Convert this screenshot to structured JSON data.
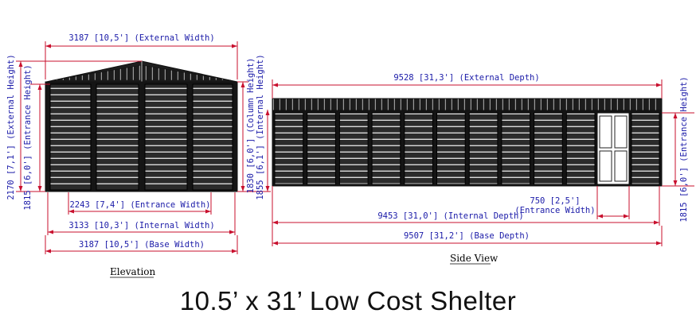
{
  "title": "10.5’ x 31’ Low Cost Shelter",
  "elevation": {
    "label": "Elevation",
    "dims": {
      "external_width": "3187 [10,5'] (External Width)",
      "entrance_width": "2243 [7,4'] (Entrance Width)",
      "internal_width": "3133 [10,3'] (Internal Width)",
      "base_width": "3187 [10,5'] (Base Width)",
      "external_height": "2170 [7,1'] (External Height)",
      "entrance_height": "1815 [6,0'] (Entrance Height)",
      "column_height": "1830 [6,0'] (Column Height)",
      "internal_height": "1855 [6,1'] (Internal Height)"
    }
  },
  "side_view": {
    "label": "Side View",
    "panel_count": 10,
    "dims": {
      "external_depth": "9528 [31,3'] (External Depth)",
      "entrance_width_value": "750 [2,5']",
      "entrance_width_caption": "(Entrance Width)",
      "internal_depth": "9453 [31,0'] (Internal Depth)",
      "base_depth": "9507 [31,2'] (Base Depth)",
      "entrance_height": "1815 [6,0'] (Entrance Height)"
    }
  },
  "colors": {
    "dimension_text": "#1a1aa8",
    "dimension_line": "#c8102e",
    "drawing": "#111111"
  }
}
